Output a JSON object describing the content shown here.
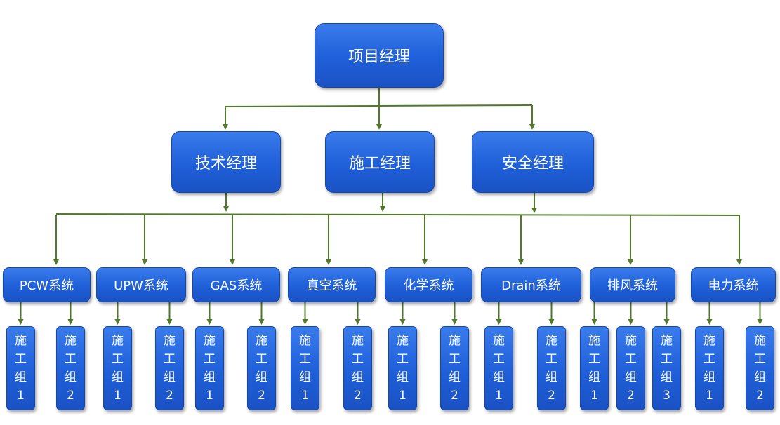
{
  "root": {
    "label": "项目经理"
  },
  "managers": [
    {
      "label": "技术经理"
    },
    {
      "label": "施工经理"
    },
    {
      "label": "安全经理"
    }
  ],
  "systems": [
    {
      "label": "PCW系统",
      "groups": [
        [
          "施",
          "工",
          "组",
          "1"
        ],
        [
          "施",
          "工",
          "组",
          "2"
        ]
      ]
    },
    {
      "label": "UPW系统",
      "groups": [
        [
          "施",
          "工",
          "组",
          "1"
        ],
        [
          "施",
          "工",
          "组",
          "2"
        ]
      ]
    },
    {
      "label": "GAS系统",
      "groups": [
        [
          "施",
          "工",
          "组",
          "1"
        ],
        [
          "施",
          "工",
          "组",
          "2"
        ]
      ]
    },
    {
      "label": "真空系统",
      "groups": [
        [
          "施",
          "工",
          "组",
          "1"
        ],
        [
          "施",
          "工",
          "组",
          "2"
        ]
      ]
    },
    {
      "label": "化学系统",
      "groups": [
        [
          "施",
          "工",
          "组",
          "1"
        ],
        [
          "施",
          "工",
          "组",
          "2"
        ]
      ]
    },
    {
      "label": "Drain系统",
      "groups": [
        [
          "施",
          "工",
          "组",
          "1"
        ],
        [
          "施",
          "工",
          "组",
          "2"
        ]
      ]
    },
    {
      "label": "排风系统",
      "groups": [
        [
          "施",
          "工",
          "组",
          "1"
        ],
        [
          "施",
          "工",
          "组",
          "2"
        ],
        [
          "施",
          "工",
          "组",
          "3"
        ]
      ]
    },
    {
      "label": "电力系统",
      "groups": [
        [
          "施",
          "工",
          "组",
          "1"
        ],
        [
          "施",
          "工",
          "组",
          "2"
        ]
      ]
    }
  ],
  "colors": {
    "box": "#1f5fd8",
    "connector": "#4f7a28",
    "text": "#ffffff"
  }
}
